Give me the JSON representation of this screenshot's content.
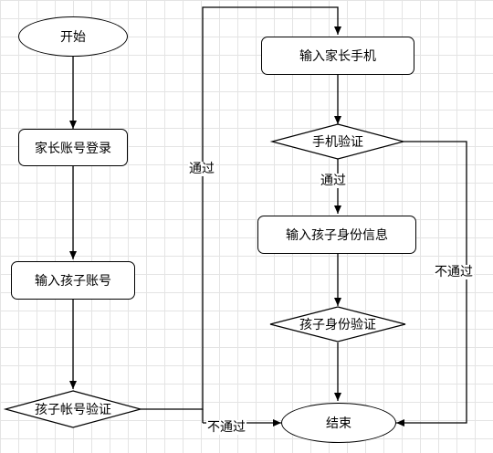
{
  "nodes": {
    "start": "开始",
    "parent_login": "家长账号登录",
    "input_child_account": "输入孩子账号",
    "child_account_verify": "孩子帐号验证",
    "input_parent_phone": "输入家长手机",
    "phone_verify": "手机验证",
    "input_child_id": "输入孩子身份信息",
    "child_id_verify": "孩子身份验证",
    "end": "结束"
  },
  "edge_labels": {
    "pass_left": "通过",
    "pass_middle": "通过",
    "fail_bottom": "不通过",
    "fail_right": "不通过"
  }
}
